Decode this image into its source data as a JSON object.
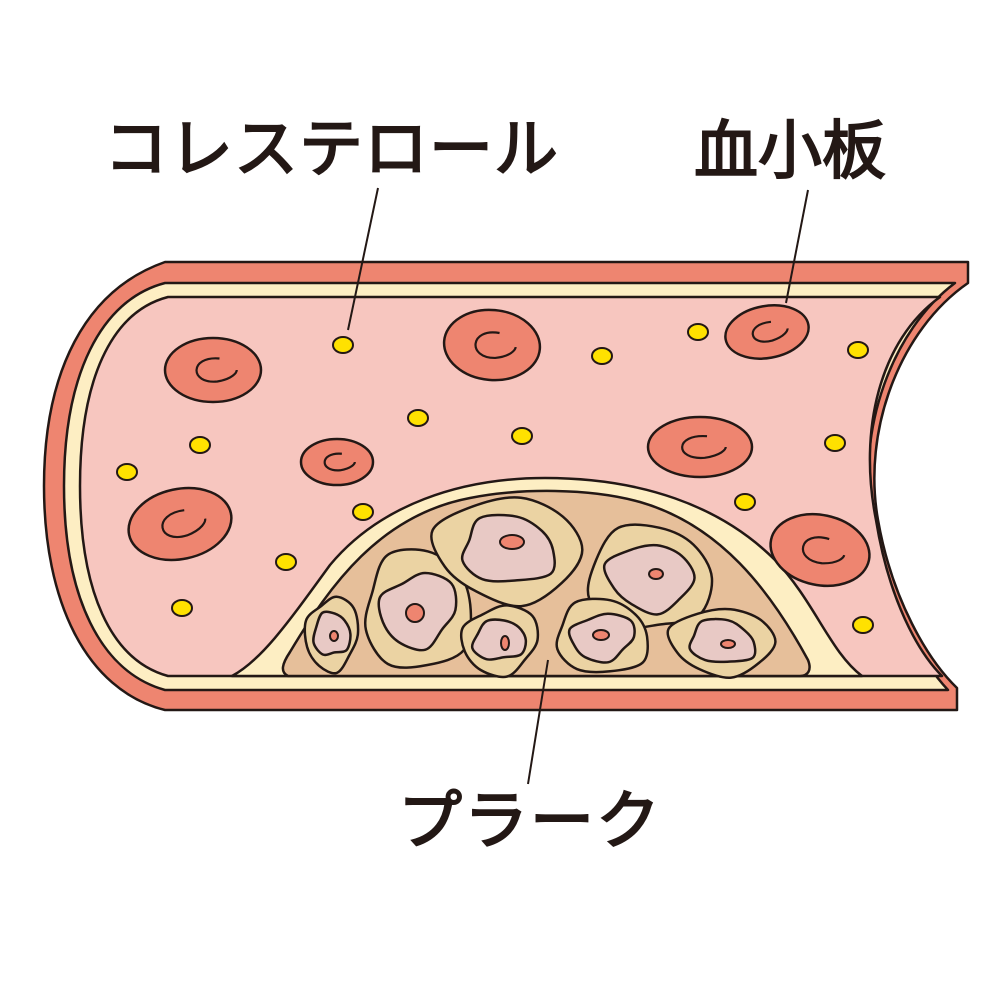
{
  "labels": {
    "cholesterol": "コレステロール",
    "platelet": "血小板",
    "plaque": "プラーク"
  },
  "colors": {
    "wall": "#EE8570",
    "intima": "#FDEEC3",
    "lumen": "#F7C6BF",
    "cholesterol": "#FFE100",
    "plaque": "#E6BF9A",
    "cell_ring": "#EBD3A3",
    "cell_body": "#E8C9C5",
    "nucleus": "#EE8570",
    "outline": "#231815"
  }
}
